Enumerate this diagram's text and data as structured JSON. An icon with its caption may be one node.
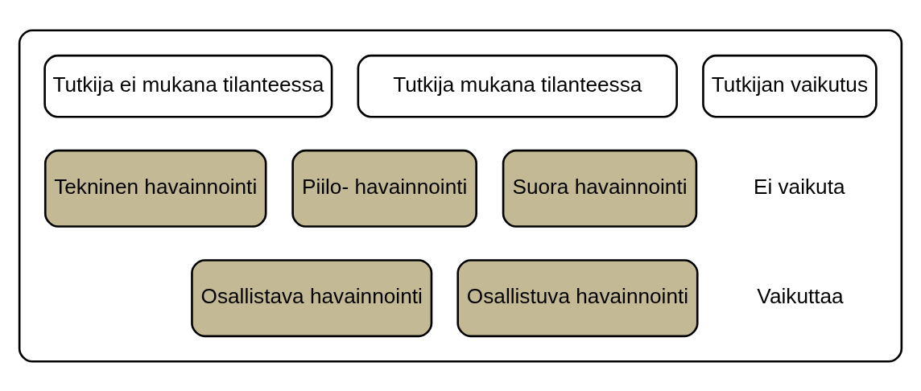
{
  "diagram": {
    "nodes": [
      {
        "text": [],
        "shape": "box"
      },
      {
        "text": [
          "Tutkija ei mukana tilanteessa"
        ],
        "in": 0
      },
      {
        "text": [
          "Tutkija mukana tilanteessa"
        ],
        "in": 0
      },
      {
        "text": [
          "Tutkijan vaikutus"
        ],
        "in": 0
      },
      {
        "text": [
          "Tekninen havainnointi"
        ],
        "in": 0
      },
      {
        "text": [
          "Piilo- havainnointi"
        ],
        "in": 0
      },
      {
        "text": [
          "Suora havainnointi"
        ],
        "in": 0
      },
      {
        "text": [
          "Osallistava havainnointi"
        ],
        "in": 0
      },
      {
        "text": [
          "Osallistuva havainnointi"
        ],
        "in": 0
      }
    ],
    "edges": [],
    "labels": [
      "Ei vaikuta",
      "Vaikuttaa"
    ]
  }
}
